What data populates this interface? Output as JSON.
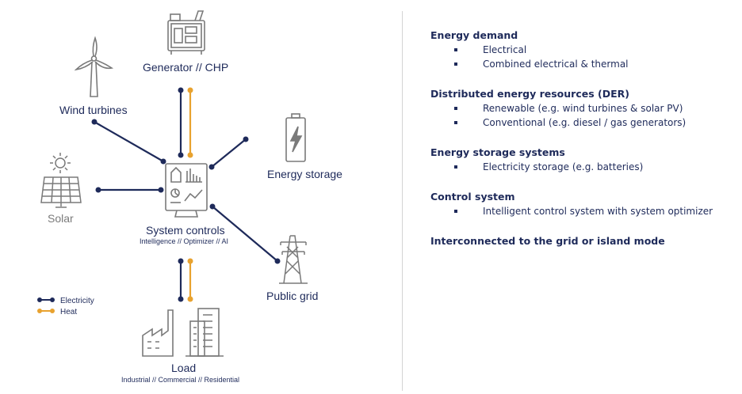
{
  "diagram": {
    "nodes": {
      "generator": "Generator // CHP",
      "wind": "Wind turbines",
      "solar": "Solar",
      "storage": "Energy storage",
      "controls": "System controls",
      "controls_sub": "Intelligence // Optimizer // AI",
      "grid": "Public grid",
      "load": "Load",
      "load_sub": "Industrial // Commercial // Residential"
    },
    "legend": [
      {
        "label": "Electricity",
        "color": "#1e2a5a"
      },
      {
        "label": "Heat",
        "color": "#e8a22f"
      }
    ],
    "colors": {
      "electricity": "#1e2a5a",
      "heat": "#e8a22f",
      "icon": "#7a7a7a"
    }
  },
  "panel": {
    "sections": [
      {
        "title": "Energy demand",
        "items": [
          "Electrical",
          "Combined electrical & thermal"
        ]
      },
      {
        "title": "Distributed energy resources (DER)",
        "items": [
          "Renewable (e.g. wind turbines & solar PV)",
          "Conventional (e.g. diesel / gas generators)"
        ]
      },
      {
        "title": "Energy storage systems",
        "items": [
          "Electricity storage (e.g. batteries)"
        ]
      },
      {
        "title": "Control system",
        "items": [
          "Intelligent control system with system optimizer"
        ]
      },
      {
        "title": "Interconnected to the grid or island mode",
        "items": []
      }
    ]
  }
}
